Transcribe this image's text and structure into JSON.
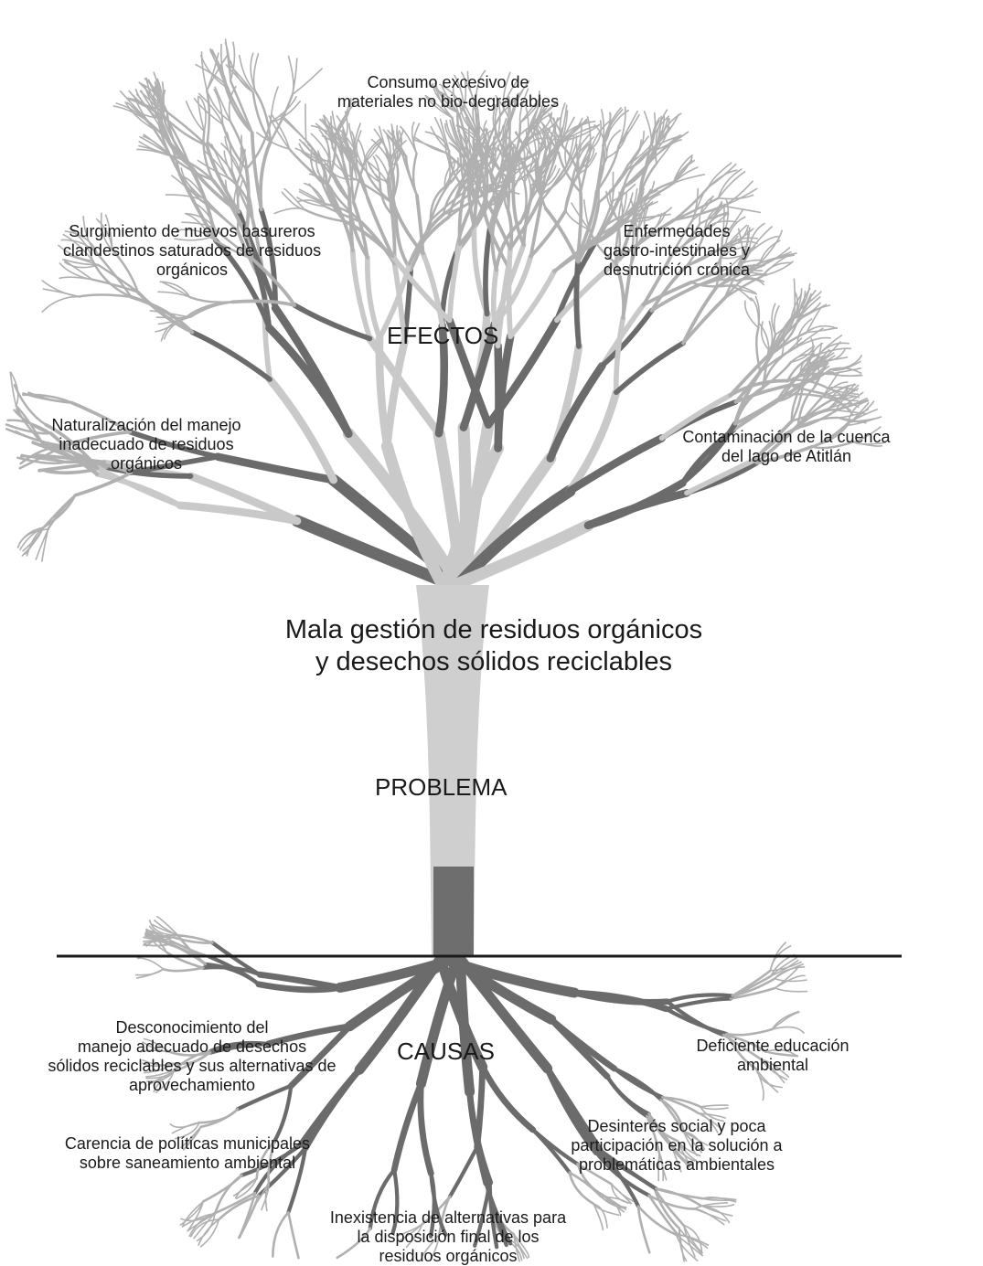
{
  "colors": {
    "branch_dark": "#6b6b6b",
    "branch_light": "#c9c9c9",
    "twig": "#b0b0b0",
    "trunk_dark": "#6e6e6e",
    "trunk_light": "#cfcfcf",
    "ground_line": "#1a1a1a",
    "text": "#1a1a1a"
  },
  "sections": {
    "efectos": "EFECTOS",
    "problema": "PROBLEMA",
    "causas": "CAUSAS"
  },
  "problem": {
    "line1": "Mala gestión de residuos orgánicos",
    "line2": "y desechos sólidos reciclables"
  },
  "effects": {
    "consumo": [
      "Consumo excesivo de",
      "materiales no bio-degradables"
    ],
    "surgimiento": [
      "Surgimiento de nuevos basureros",
      "clandestinos saturados de residuos",
      "orgánicos"
    ],
    "enfermedades": [
      "Enfermedades",
      "gastro-intestinales y",
      "desnutrición crónica"
    ],
    "naturalizacion": [
      "Naturalización del manejo",
      "inadecuado de residuos",
      "orgánicos"
    ],
    "contaminacion": [
      "Contaminación de la cuenca",
      "del lago de Atitlán"
    ]
  },
  "causes": {
    "desconocimiento": [
      "Desconocimiento del",
      "manejo adecuado de desechos",
      "sólidos reciclables y sus alternativas de",
      "aprovechamiento"
    ],
    "educacion": [
      "Deficiente educación",
      "ambiental"
    ],
    "politicas": [
      "Carencia de políticas municipales",
      "sobre saneamiento ambiental"
    ],
    "desinteres": [
      "Desinterés social y poca",
      "participación en la solución a",
      "problemáticas ambientales"
    ],
    "inexistencia": [
      "Inexistencia de alternativas para",
      "la disposición final de los",
      "residuos orgánicos"
    ]
  }
}
